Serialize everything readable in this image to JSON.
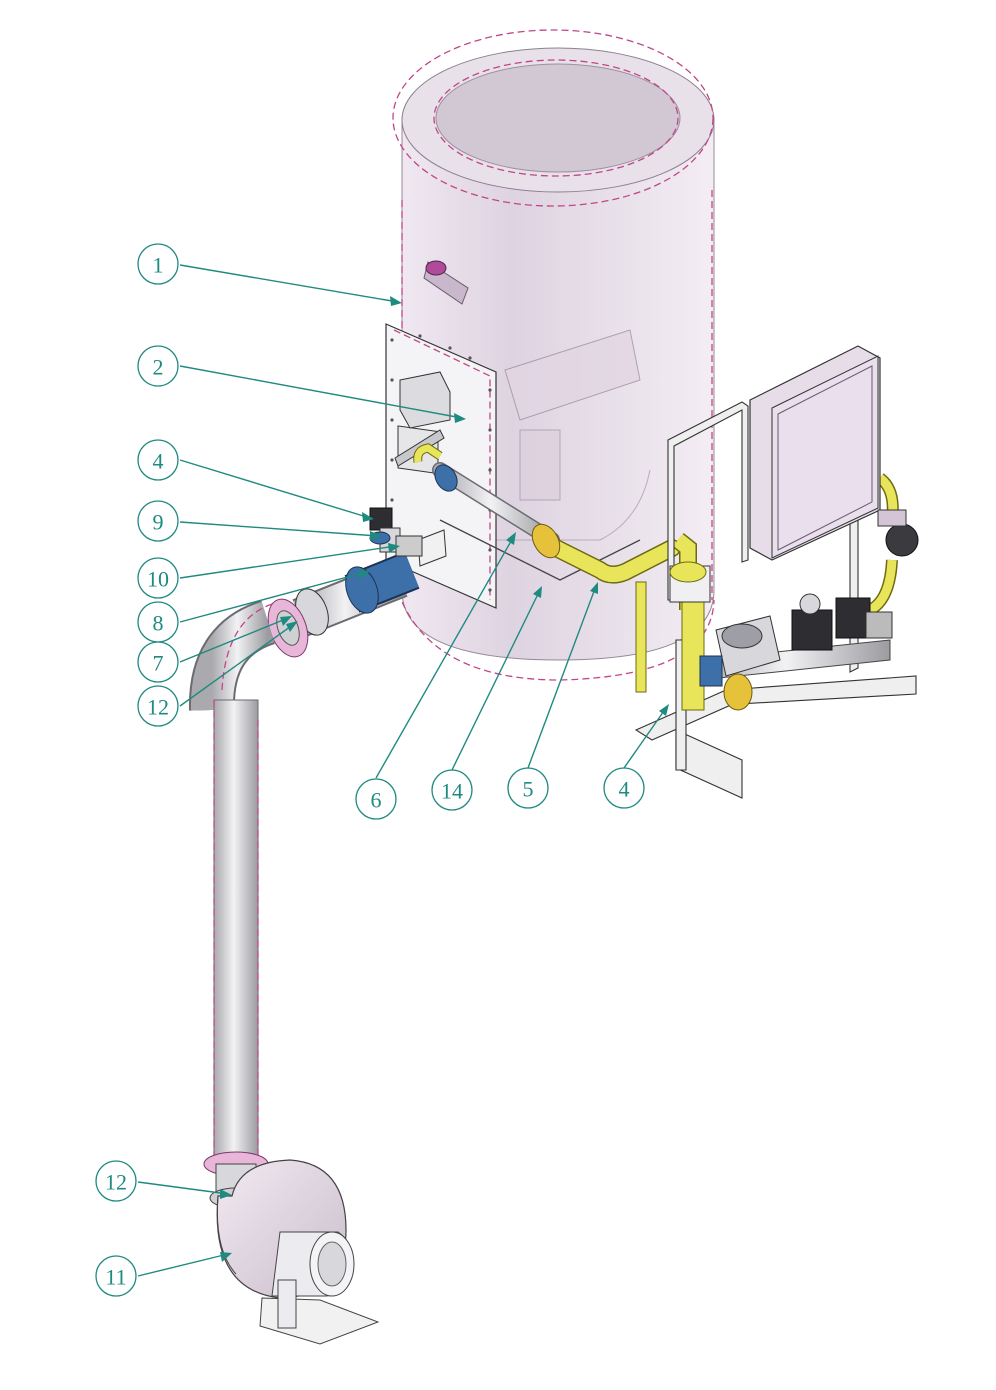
{
  "callouts": [
    {
      "id": "c1",
      "label": "1"
    },
    {
      "id": "c2",
      "label": "2"
    },
    {
      "id": "c4a",
      "label": "4"
    },
    {
      "id": "c9",
      "label": "9"
    },
    {
      "id": "c10",
      "label": "10"
    },
    {
      "id": "c8",
      "label": "8"
    },
    {
      "id": "c7",
      "label": "7"
    },
    {
      "id": "c12a",
      "label": "12"
    },
    {
      "id": "c6",
      "label": "6"
    },
    {
      "id": "c14",
      "label": "14"
    },
    {
      "id": "c5",
      "label": "5"
    },
    {
      "id": "c4b",
      "label": "4"
    },
    {
      "id": "c12b",
      "label": "12"
    },
    {
      "id": "c11",
      "label": "11"
    }
  ],
  "colors": {
    "callout": "#1f8a80",
    "tank": "#e6d8e8",
    "dashed_outline": "#c0468a",
    "gas_pipe": "#e9e55a",
    "flange_blue": "#3d6fa8"
  }
}
